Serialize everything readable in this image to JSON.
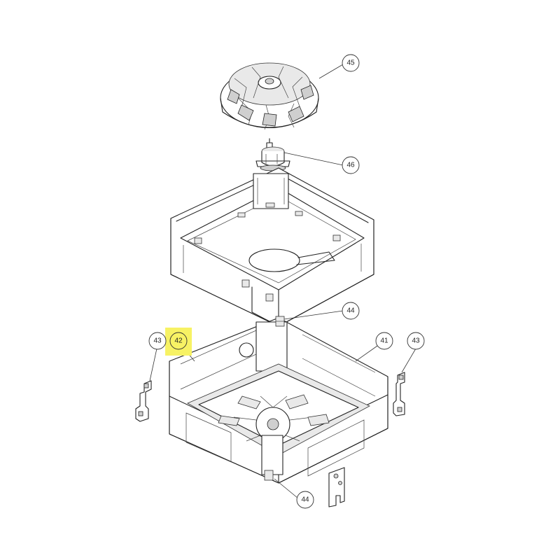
{
  "callouts": [
    {
      "id": "c45a",
      "label": "45"
    },
    {
      "id": "c46a",
      "label": "46"
    },
    {
      "id": "c44a",
      "label": "44"
    },
    {
      "id": "c42a",
      "label": "42",
      "highlighted": true
    },
    {
      "id": "c41a",
      "label": "41"
    },
    {
      "id": "c43a",
      "label": "43"
    },
    {
      "id": "c43b",
      "label": "43"
    },
    {
      "id": "c44b",
      "label": "44"
    }
  ],
  "highlight_color": "#f7f264"
}
